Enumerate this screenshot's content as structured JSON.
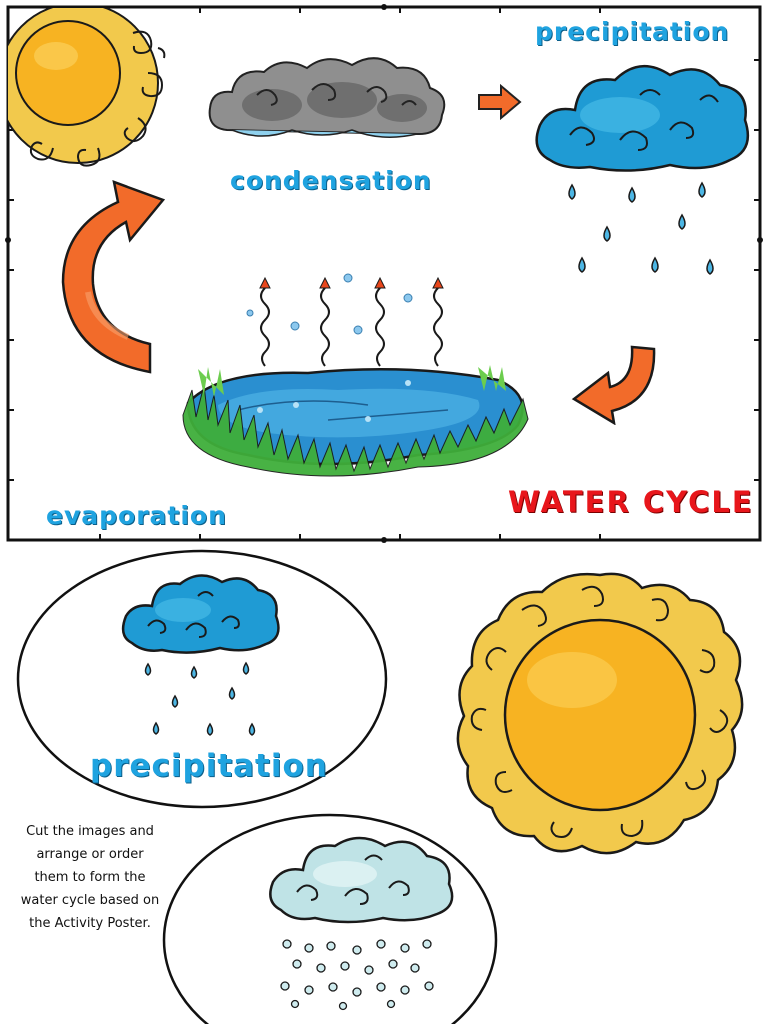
{
  "poster": {
    "title": "WATER CYCLE",
    "labels": {
      "condensation": "condensation",
      "precipitation": "precipitation",
      "evaporation": "evaporation"
    }
  },
  "cutouts": {
    "precipitation_label": "precipitation",
    "instructions": [
      "Cut the images and",
      "arrange or order",
      "them to form the",
      "water cycle based on",
      "the Activity Poster."
    ]
  },
  "colors": {
    "label_blue": "#1fa3e0",
    "title_red": "#e8161b",
    "arrow_orange": "#f26b2a",
    "sun_yellow": "#f7b322",
    "rain_cloud_blue": "#1f9bd4",
    "storm_cloud_gray": "#8a8a8a",
    "pond_blue": "#2a8fd0",
    "grass_green": "#3fae3a"
  },
  "icons": [
    "sun-icon",
    "storm-cloud-icon",
    "rain-cloud-icon",
    "pond-icon",
    "arrow-icon",
    "snow-cloud-icon"
  ]
}
